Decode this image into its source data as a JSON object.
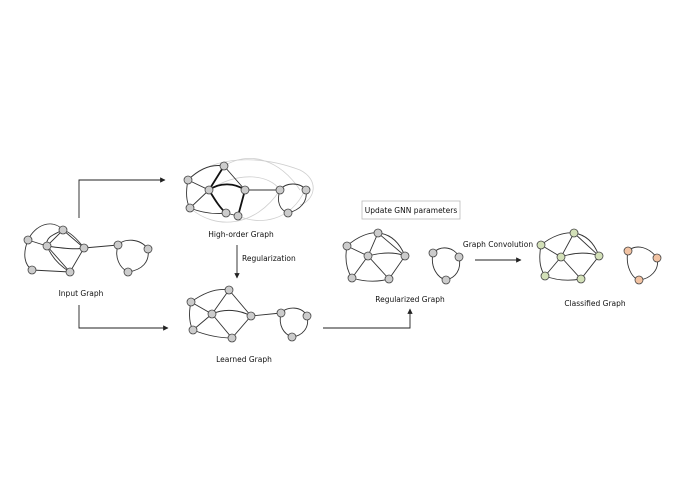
{
  "labels": {
    "input_graph": "Input Graph",
    "high_order_graph": "High-order Graph",
    "learned_graph": "Learned Graph",
    "regularized_graph": "Regularized Graph",
    "classified_graph": "Classified Graph",
    "regularization": "Regularization",
    "update_gnn": "Update GNN parameters",
    "graph_convolution": "Graph Convolution"
  },
  "colors": {
    "node_gray": "#cccccc",
    "node_green": "#d3e0b8",
    "node_orange": "#f2c3a3"
  }
}
